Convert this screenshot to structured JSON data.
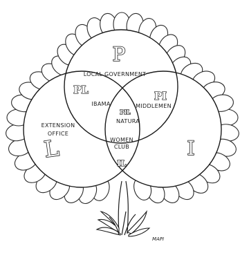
{
  "circles": {
    "top_letter": "P",
    "left_letter": "L",
    "right_letter": "I"
  },
  "labels": {
    "top": "LOCAL GOVERNMENT",
    "left_line1": "EXTENSION",
    "left_line2": "OFFICE",
    "pl_region": "IBAMA",
    "pi_region": "MIDDLEMEN",
    "center": "NATURA",
    "il_line1": "WOMEN",
    "il_line2": "CLUB"
  },
  "badges": {
    "pl": "PL",
    "pi": "PI",
    "pil": "PIL",
    "il": "IL"
  },
  "signature": "MAPI",
  "colors": {
    "ink": "#1a1a1a",
    "paper": "#ffffff"
  }
}
